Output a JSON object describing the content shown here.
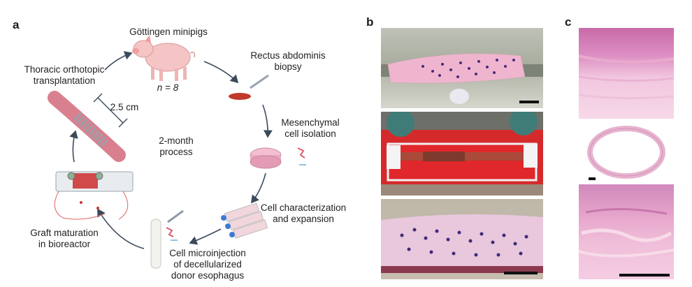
{
  "panels": {
    "a": {
      "label": "a",
      "pig_title": "Göttingen minipigs",
      "pig_count": "n = 8",
      "biopsy": [
        "Rectus abdominis",
        "biopsy"
      ],
      "isolation": [
        "Mesenchymal",
        "cell isolation"
      ],
      "characterization": [
        "Cell characterization",
        "and expansion"
      ],
      "microinjection": [
        "Cell microinjection",
        "of decellularized",
        "donor esophagus"
      ],
      "maturation": [
        "Graft maturation",
        "in bioreactor"
      ],
      "transplant": [
        "Thoracic orthotopic",
        "transplantation"
      ],
      "length": "2.5 cm",
      "process": [
        "2-month",
        "process"
      ]
    },
    "b": {
      "label": "b"
    },
    "c": {
      "label": "c"
    }
  },
  "colors": {
    "arrow": "#3c4a5c",
    "tissue_pink": "#f0b8d4",
    "medium_red": "#e0272b",
    "dot_purple": "#4a2a7a"
  }
}
